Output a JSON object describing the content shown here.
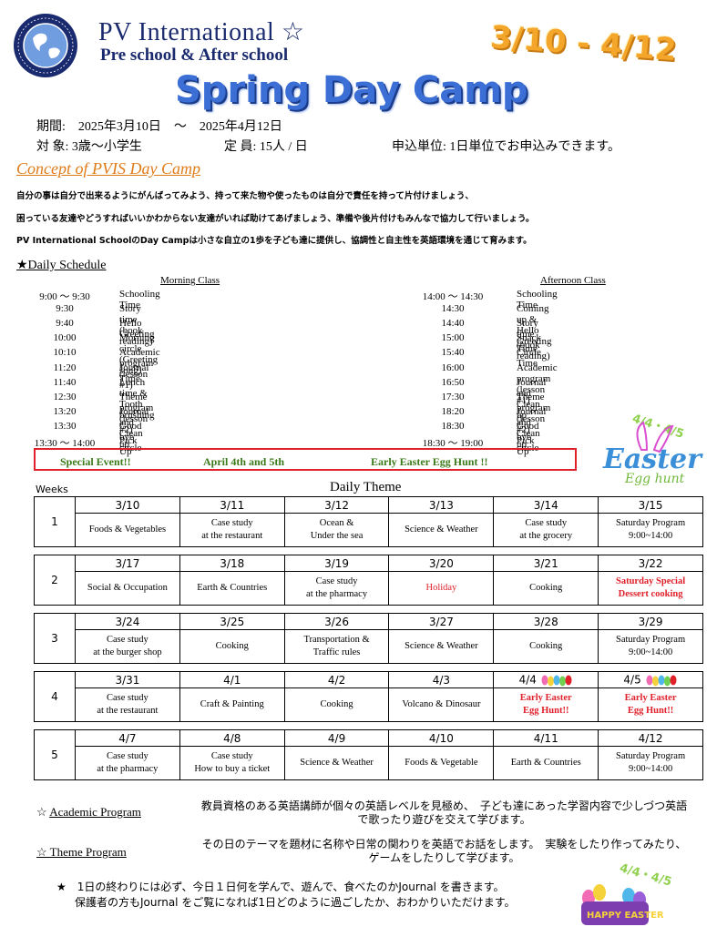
{
  "header": {
    "org_name": "PV International ☆",
    "org_sub": "Pre school & After school",
    "date_range": "3/10 - 4/12",
    "camp_title": "Spring Day Camp",
    "logo_icon": "globe-logo-icon"
  },
  "info": {
    "period": "期間:　2025年3月10日　～　2025年4月12日",
    "target": "対  象:  3歳～小学生",
    "capacity": "定  員:  15人 / 日",
    "apply": "申込単位: 1日単位でお申込みできます。"
  },
  "concept": {
    "title": "Concept of PVIS Day Camp",
    "line1": "自分の事は自分で出来るようにがんばってみよう、持って来た物や使ったものは自分で責任を持って片付けましょう、",
    "line2": "困っている友達やどうすればいいかわからない友達がいれば助けてあげましょう、準備や後片付けもみんなで協力して行いましょう。",
    "line3": "PV International SchoolのDay Campは小さな自立の1歩を子ども達に提供し、協調性と自主性を英語環境を通じて育みます。"
  },
  "schedule": {
    "title": "★Daily Schedule ",
    "morning_head": "Morning Class ",
    "afternoon_head": " Afternoon Class ",
    "morning": [
      {
        "time": "9:00 ～ 9:30",
        "activity": "Schooling Time"
      },
      {
        "time": "9:30",
        "activity": "Story time (book reading)"
      },
      {
        "time": "9:40",
        "activity": "Hello Greeting"
      },
      {
        "time": "10:00",
        "activity": "Morning circle (Greeting song)"
      },
      {
        "time": "10:10",
        "activity": "Academic program (lesson #1)"
      },
      {
        "time": "11:20",
        "activity": "Journal Time"
      },
      {
        "time": "11:40",
        "activity": "Lunch time & Tooth brushing"
      },
      {
        "time": "12:30",
        "activity": "Theme program (lesson #2)"
      },
      {
        "time": "13:20",
        "activity": "Journal and Clean up"
      },
      {
        "time": "13:30",
        "activity": "Good bye circle"
      },
      {
        "time": "13:30 ～ 14:00",
        "activity": "Pick Up"
      }
    ],
    "afternoon": [
      {
        "time": "14:00 ～ 14:30",
        "activity": "Schooling Time"
      },
      {
        "time": "14:30",
        "activity": "Coming up & Hello Greeting"
      },
      {
        "time": "14:40",
        "activity": "Story time (book reading)"
      },
      {
        "time": "15:00",
        "activity": "Snack Time"
      },
      {
        "time": "15:40",
        "activity": "Circle Time"
      },
      {
        "time": "16:00",
        "activity": "Academic program (lesson #1)"
      },
      {
        "time": "16:50",
        "activity": "Journal and Clean up"
      },
      {
        "time": "17:30",
        "activity": "Theme program (lesson #2)"
      },
      {
        "time": "18:20",
        "activity": "Journal and Clean up"
      },
      {
        "time": "18:30",
        "activity": "Good bye circle"
      },
      {
        "time": "18:30 ～ 19:00",
        "activity": "Pick Up"
      }
    ]
  },
  "special": {
    "label": "Special Event!!",
    "date": "April 4th and 5th",
    "event": "Early Easter Egg Hunt !!"
  },
  "easter_badge": {
    "dates": "4/4・4/5",
    "word": "Easter",
    "sub": "Egg hunt"
  },
  "theme_section": {
    "weeks_label": "Weeks",
    "heading": "Daily Theme"
  },
  "weeks": [
    {
      "number": "1",
      "dates": [
        "3/10",
        "3/11",
        "3/12",
        "3/13",
        "3/14",
        "3/15"
      ],
      "themes": [
        {
          "l1": "Foods & Vegetables",
          "l2": ""
        },
        {
          "l1": "Case study",
          "l2": "at the restaurant"
        },
        {
          "l1": "Ocean &",
          "l2": "Under the sea"
        },
        {
          "l1": "Science & Weather",
          "l2": ""
        },
        {
          "l1": "Case study",
          "l2": "at the grocery"
        },
        {
          "l1": "Saturday Program",
          "l2": "9:00~14:00"
        }
      ]
    },
    {
      "number": "2",
      "dates": [
        "3/17",
        "3/18",
        "3/19",
        "3/20",
        "3/21",
        "3/22"
      ],
      "themes": [
        {
          "l1": "Social & Occupation",
          "l2": ""
        },
        {
          "l1": "Earth & Countries",
          "l2": ""
        },
        {
          "l1": "Case study",
          "l2": "at the pharmacy"
        },
        {
          "l1": "Holiday",
          "l2": "",
          "style": "red"
        },
        {
          "l1": "Cooking",
          "l2": ""
        },
        {
          "l1": "Saturday Special",
          "l2": "Dessert cooking",
          "style": "red-bold"
        }
      ]
    },
    {
      "number": "3",
      "dates": [
        "3/24",
        "3/25",
        "3/26",
        "3/27",
        "3/28",
        "3/29"
      ],
      "themes": [
        {
          "l1": "Case study",
          "l2": "at the burger shop"
        },
        {
          "l1": "Cooking",
          "l2": ""
        },
        {
          "l1": "Transportation &",
          "l2": "Traffic rules"
        },
        {
          "l1": "Science & Weather",
          "l2": ""
        },
        {
          "l1": "Cooking",
          "l2": ""
        },
        {
          "l1": "Saturday Program",
          "l2": "9:00~14:00"
        }
      ]
    },
    {
      "number": "4",
      "dates": [
        "3/31",
        "4/1",
        "4/2",
        "4/3",
        "4/4",
        "4/5"
      ],
      "egg_icon_cols": [
        4,
        5
      ],
      "themes": [
        {
          "l1": "Case study",
          "l2": "at the restaurant"
        },
        {
          "l1": "Craft & Painting",
          "l2": ""
        },
        {
          "l1": "Cooking",
          "l2": ""
        },
        {
          "l1": "Volcano & Dinosaur",
          "l2": ""
        },
        {
          "l1": "Early Easter",
          "l2": "Egg Hunt!!",
          "style": "red-bold"
        },
        {
          "l1": "Early Easter",
          "l2": "Egg Hunt!!",
          "style": "red-bold"
        }
      ]
    },
    {
      "number": "5",
      "dates": [
        "4/7",
        "4/8",
        "4/9",
        "4/10",
        "4/11",
        "4/12"
      ],
      "themes": [
        {
          "l1": "Case study",
          "l2": "at the pharmacy"
        },
        {
          "l1": "Case study",
          "l2": "How to buy a ticket"
        },
        {
          "l1": "Science & Weather",
          "l2": ""
        },
        {
          "l1": "Foods & Vegetable",
          "l2": ""
        },
        {
          "l1": "Earth & Countries",
          "l2": ""
        },
        {
          "l1": "Saturday Program",
          "l2": "9:00~14:00"
        }
      ]
    }
  ],
  "programs": {
    "academic_star": "☆ ",
    "academic_label": "Academic Program",
    "academic_desc": "教員資格のある英語講師が個々の英語レベルを見極め、　子ども達にあった学習内容で少しづつ英語で歌ったり遊びを交えて学びます。",
    "theme_label": "☆ Theme Program",
    "theme_desc": "その日のテーマを題材に名称や日常の関わりを英語でお話をします。　実験をしたり作ってみたり、ゲームをしたりして学びます。"
  },
  "note": {
    "line1": "★　1日の終わりには必ず、今日１日何を学んで、遊んで、食べたのかJournal を書きます。",
    "line2": "保護者の方もJournal をご覧になれば1日どのように過ごしたか、おわかりいただけます。"
  },
  "basket": {
    "dates": "4/4・4/5",
    "word": "HAPPY EASTER"
  },
  "colors": {
    "navy": "#1a2a6e",
    "orange": "#f4a62a",
    "title_blue": "#3b6fd6",
    "concept_orange": "#e07b1a",
    "red": "#e0202a",
    "green": "#3a7a1a"
  }
}
